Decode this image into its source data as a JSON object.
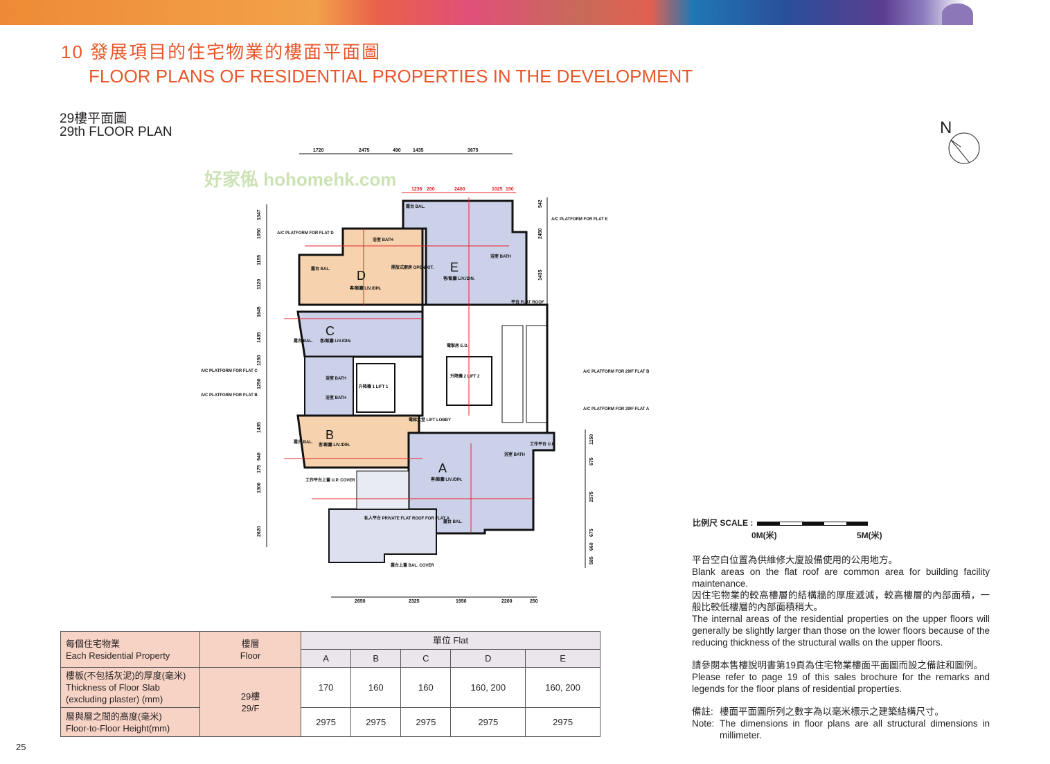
{
  "header": {
    "title_cn": "10 發展項目的住宅物業的樓面平面圖",
    "title_en": "FLOOR PLANS OF RESIDENTIAL PROPERTIES IN THE DEVELOPMENT"
  },
  "plan_title": {
    "cn": "29樓平面圖",
    "en": "29th FLOOR PLAN"
  },
  "compass": {
    "label": "N"
  },
  "floor_plan": {
    "flats": [
      "A",
      "B",
      "C",
      "D",
      "E"
    ],
    "room_liv": "客/飯廳 LIV./DIN.",
    "bath": "浴室 BATH",
    "bal": "露台 BAL.",
    "open_kit": "開放式廚房 OPEN KIT.",
    "lift1": "升降機 1 LIFT 1",
    "lift2": "升降機 2 LIFT 2",
    "lift_lobby": "電梯大堂 LIFT LOBBY",
    "ed": "電掣房 E.D.",
    "ac_d": "A/C PLATFORM FOR FLAT D",
    "ac_e": "A/C PLATFORM FOR FLAT E",
    "ac_c": "A/C PLATFORM FOR FLAT C",
    "ac_b": "A/C PLATFORM FOR FLAT B",
    "ac_29b": "A/C PLATFORM FOR 29/F FLAT B",
    "ac_29a": "A/C PLATFORM FOR 29/F FLAT A",
    "flat_roof": "私人平台 PRIVATE FLAT ROOF FOR FLAT A",
    "bal_cover": "露台上蓋 BAL. COVER",
    "up_cover": "工作平台上蓋 U.P. COVER",
    "up": "工作平台 U.P.",
    "flat_roof_e": "平台 FLAT ROOF",
    "watermark": "好家俬 hohomehk.com",
    "dims_top": [
      "1720",
      "2475",
      "490",
      "1435",
      "3675"
    ],
    "dims_bottom": [
      "2650",
      "2325",
      "1950",
      "2200",
      "250"
    ],
    "dims_left": [
      "1347",
      "1050",
      "1155",
      "1120",
      "1645",
      "1435",
      "1250",
      "1250",
      "1435",
      "940",
      "175",
      "1300",
      "2620"
    ],
    "dims_right_top": [
      "542",
      "2450",
      "1435"
    ],
    "dims_right_bottom": [
      "1150",
      "675",
      "2575",
      "675",
      "660",
      "585"
    ],
    "dims_e_top": [
      "1236",
      "200",
      "2400",
      "1025",
      "150"
    ]
  },
  "scale": {
    "label": "比例尺 SCALE :",
    "min": "0M(米)",
    "max": "5M(米)"
  },
  "notes": {
    "n1_cn": "平台空白位置為供維修大廈設備使用的公用地方。",
    "n1_en": "Blank areas on the flat roof are common area for building facility maintenance.",
    "n2_cn": "因住宅物業的較高樓層的結構牆的厚度遞減，較高樓層的內部面積，一般比較低樓層的內部面積稍大。",
    "n2_en": "The internal areas of the residential properties on the upper floors will generally be slightly larger than those on the lower floors because of the reducing thickness of the structural walls on the upper floors.",
    "n3_cn": "請參閱本售樓說明書第19頁為住宅物業樓面平面圖而設之備註和圖例。",
    "n3_en": "Please refer to page 19 of this sales brochure for the remarks and legends for the floor plans of residential properties.",
    "n4_label_cn": "備註:",
    "n4_cn": "樓面平面圖所列之數字為以毫米標示之建築結構尺寸。",
    "n4_label_en": "Note:",
    "n4_en": "The dimensions in floor plans are all structural dimensions in millimeter."
  },
  "table": {
    "h_property_cn": "每個住宅物業",
    "h_property_en": "Each Residential Property",
    "h_floor_cn": "樓層",
    "h_floor_en": "Floor",
    "h_flat": "單位 Flat",
    "flats": [
      "A",
      "B",
      "C",
      "D",
      "E"
    ],
    "row1_cn": "樓板(不包括灰泥)的厚度(毫米)",
    "row1_en1": "Thickness of Floor Slab",
    "row1_en2": "(excluding plaster) (mm)",
    "row2_cn": "層與層之間的高度(毫米)",
    "row2_en": "Floor-to-Floor Height(mm)",
    "floor_cn": "29樓",
    "floor_en": "29/F",
    "slab": [
      "170",
      "160",
      "160",
      "160, 200",
      "160, 200"
    ],
    "height": [
      "2975",
      "2975",
      "2975",
      "2975",
      "2975"
    ]
  },
  "page_number": "25",
  "colors": {
    "accent": "#e8572a",
    "peach": "#f6d3ae",
    "blue": "#ccd1ea",
    "dim": "#e8202a"
  }
}
